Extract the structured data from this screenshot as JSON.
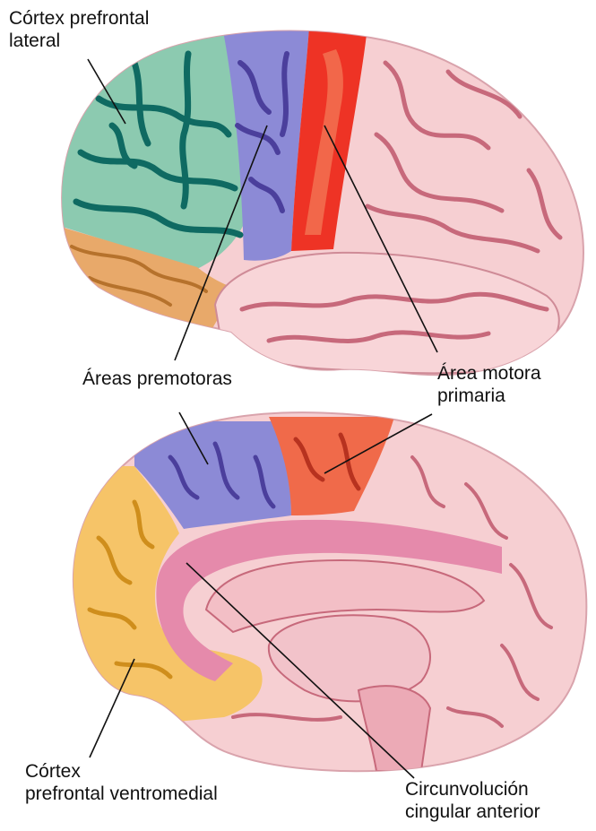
{
  "labels": {
    "lateral_pfc": [
      "Córtex prefrontal",
      "lateral"
    ],
    "premotor": [
      "Áreas premotoras"
    ],
    "motor": [
      "Área motora",
      "primaria"
    ],
    "ventromedial_pfc": [
      "Córtex",
      "prefrontal ventromedial"
    ],
    "cingulate": [
      "Circunvolución",
      "cingular anterior"
    ]
  },
  "colors": {
    "lateral_pfc": "#8ccab0",
    "lateral_pfc_sulcus": "#0f6a62",
    "orbital": "#e8a96a",
    "premotor": "#8c8ad6",
    "premotor_sulcus": "#4b3f9c",
    "motor": "#ee3325",
    "motor_light": "#f47e5a",
    "cortex_pink": "#f6cfd2",
    "cortex_sulcus": "#c7697b",
    "ventromedial": "#f6c468",
    "ventromedial_sulcus": "#cf8e1c",
    "cingulate": "#e58aab",
    "line": "#111111"
  }
}
